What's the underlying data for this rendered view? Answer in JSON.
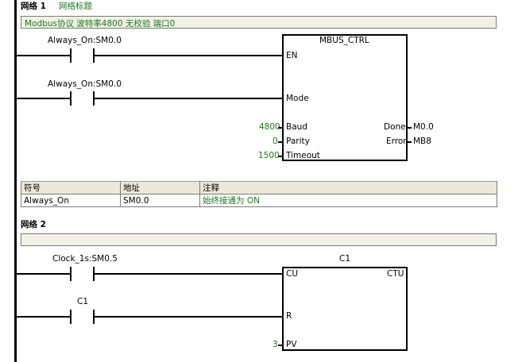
{
  "network1": {
    "label": "网络 1",
    "title": "网络标题",
    "comment": "Modbus协议  波特率4800  无校验  端口0",
    "contact1": "Always_On:SM0.0",
    "contact2": "Always_On:SM0.0",
    "block": {
      "name": "MBUS_CTRL",
      "pin_en": "EN",
      "pin_mode": "Mode",
      "pin_baud": "Baud",
      "pin_parity": "Parity",
      "pin_timeout": "Timeout",
      "pin_done": "Done",
      "pin_error": "Error",
      "baud_value": "4800",
      "parity_value": "0",
      "timeout_value": "1500",
      "done_value": "M0.0",
      "error_value": "MB8"
    },
    "symbol_table": {
      "headers": [
        "符号",
        "地址",
        "注释"
      ],
      "rows": [
        [
          "Always_On",
          "SM0.0",
          "始终接通为 ON"
        ]
      ]
    }
  },
  "network2": {
    "label": "网络 2",
    "comment": "",
    "contact1": "Clock_1s:SM0.5",
    "contact2": "C1",
    "block": {
      "instance": "C1",
      "pin_cu": "CU",
      "type": "CTU",
      "pin_r": "R",
      "pin_pv": "PV",
      "pv_value": "3"
    }
  },
  "colors": {
    "comment_green": "#1a7a1a",
    "comment_bg": "#f1f1e5"
  }
}
